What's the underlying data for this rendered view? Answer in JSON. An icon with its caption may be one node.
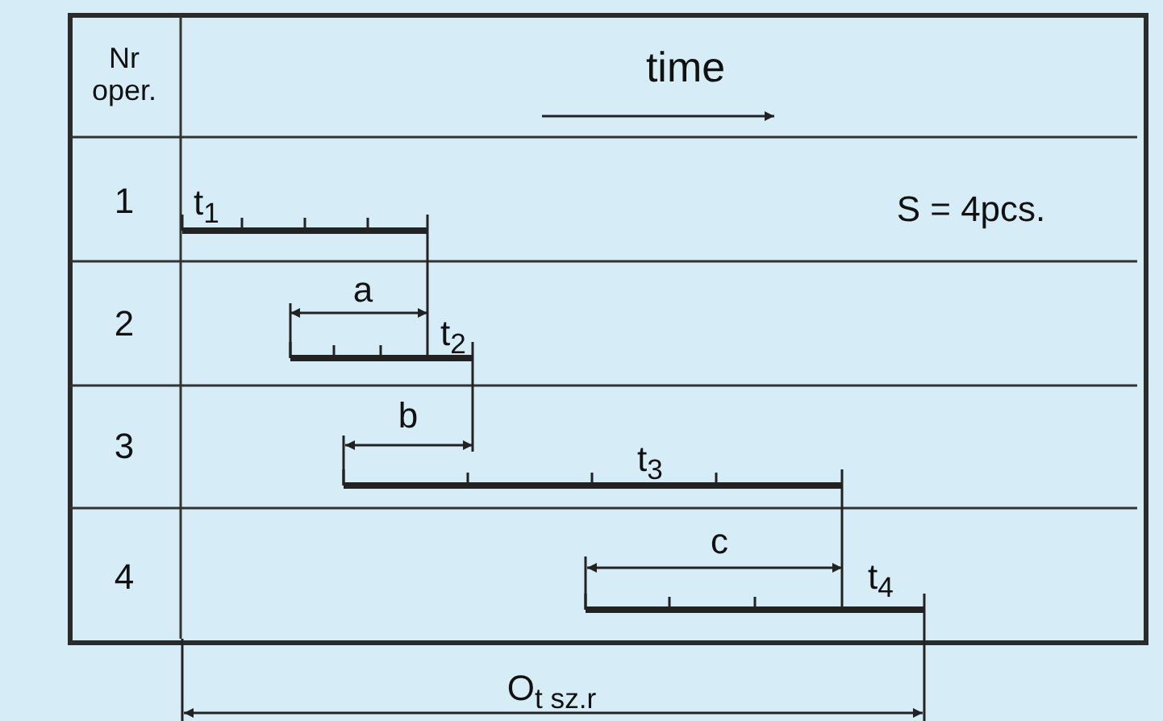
{
  "diagram": {
    "labels": [
      "Nr oper.",
      "time",
      "1",
      "t$_{1}$",
      "S = 4pcs.",
      "2",
      "a",
      "t$_{2}$",
      "3",
      "b",
      "t$_{3}$",
      "4",
      "c",
      "t$_{4}$",
      "O$_{t sz.r}$"
    ]
  }
}
